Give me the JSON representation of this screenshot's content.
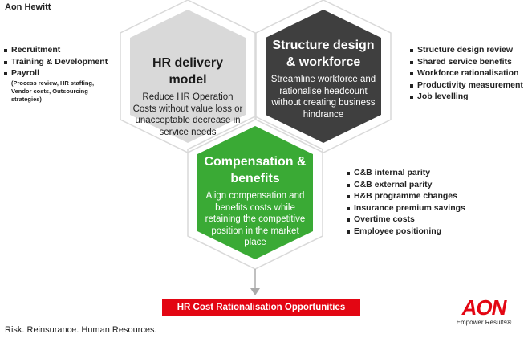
{
  "header": {
    "company": "Aon Hewitt"
  },
  "left_list": {
    "items": [
      "Recruitment",
      "Training & Development",
      "Payroll"
    ],
    "payroll_note": "(Process review, HR staffing, Vendor costs, Outsourcing strategies)"
  },
  "right_top_list": {
    "items": [
      "Structure design review",
      "Shared service benefits",
      "Workforce rationalisation",
      "Productivity measurement",
      "Job levelling"
    ]
  },
  "right_bottom_list": {
    "items": [
      "C&B internal parity",
      "C&B external parity",
      "H&B programme changes",
      "Insurance premium savings",
      "Overtime costs",
      "Employee positioning"
    ]
  },
  "hexagons": {
    "hr_delivery": {
      "title": "HR delivery model",
      "description": "Reduce HR Operation Costs without value loss or unacceptable decrease in service needs",
      "color": "#d9d9d9"
    },
    "structure": {
      "title": "Structure design & workforce",
      "description": "Streamline workforce and rationalise headcount without creating business hindrance",
      "color": "#3f3f3f"
    },
    "compensation": {
      "title": "Compensation & benefits",
      "description": "Align compensation and benefits costs while retaining the competitive position in the market place",
      "color": "#3aaa35"
    }
  },
  "banner": {
    "label": "HR Cost Rationalisation Opportunities",
    "color": "#e30613"
  },
  "footer": {
    "text": "Risk. Reinsurance. Human Resources."
  },
  "logo": {
    "word": "AON",
    "tagline": "Empower Results®"
  }
}
